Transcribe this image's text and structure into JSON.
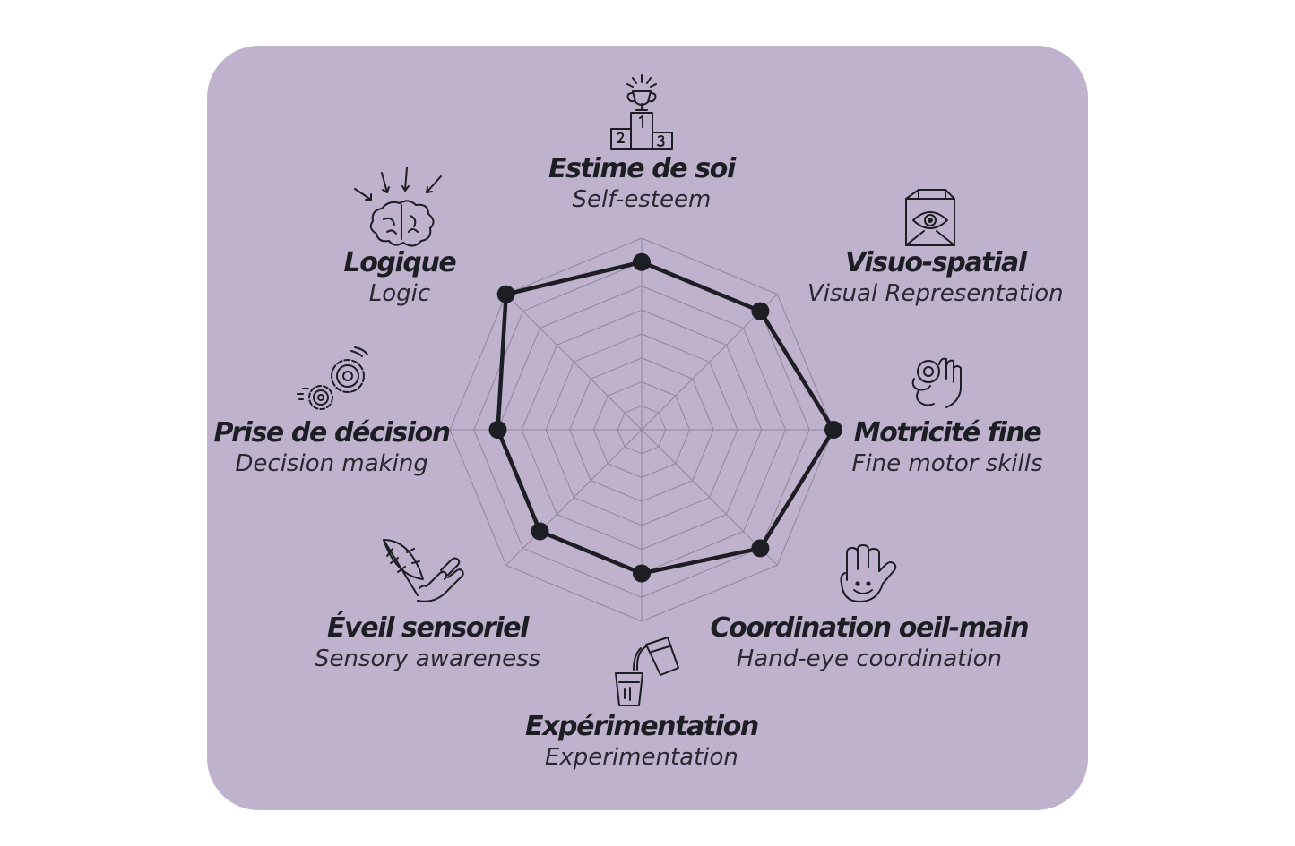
{
  "colors": {
    "background": "#ffffff",
    "card": "#beb2cd",
    "grid": "#8f8799",
    "series": "#1d1d24"
  },
  "chart_data": {
    "type": "radar",
    "title": "",
    "rings": 8,
    "range": [
      0,
      8
    ],
    "axes": [
      {
        "key": "self_esteem",
        "fr": "Estime de soi",
        "en": "Self-esteem",
        "icon": "podium-trophy-icon"
      },
      {
        "key": "visuo_spatial",
        "fr": "Visuo-spatial",
        "en": "Visual Representation",
        "icon": "cube-eye-icon"
      },
      {
        "key": "fine_motor",
        "fr": "Motricité fine",
        "en": "Fine motor skills",
        "icon": "hand-fidget-icon"
      },
      {
        "key": "hand_eye",
        "fr": "Coordination oeil-main",
        "en": "Hand-eye coordination",
        "icon": "smiling-hand-icon"
      },
      {
        "key": "experimentation",
        "fr": "Expérimentation",
        "en": "Experimentation",
        "icon": "pouring-glass-icon"
      },
      {
        "key": "sensory",
        "fr": "Éveil sensoriel",
        "en": "Sensory awareness",
        "icon": "feather-hand-icon"
      },
      {
        "key": "decision",
        "fr": "Prise de décision",
        "en": "Decision making",
        "icon": "gears-icon"
      },
      {
        "key": "logic",
        "fr": "Logique",
        "en": "Logic",
        "icon": "brain-arrows-icon"
      }
    ],
    "series": [
      {
        "values": [
          7,
          7,
          8,
          7,
          6,
          6,
          6,
          8
        ]
      }
    ],
    "legend": "none"
  }
}
